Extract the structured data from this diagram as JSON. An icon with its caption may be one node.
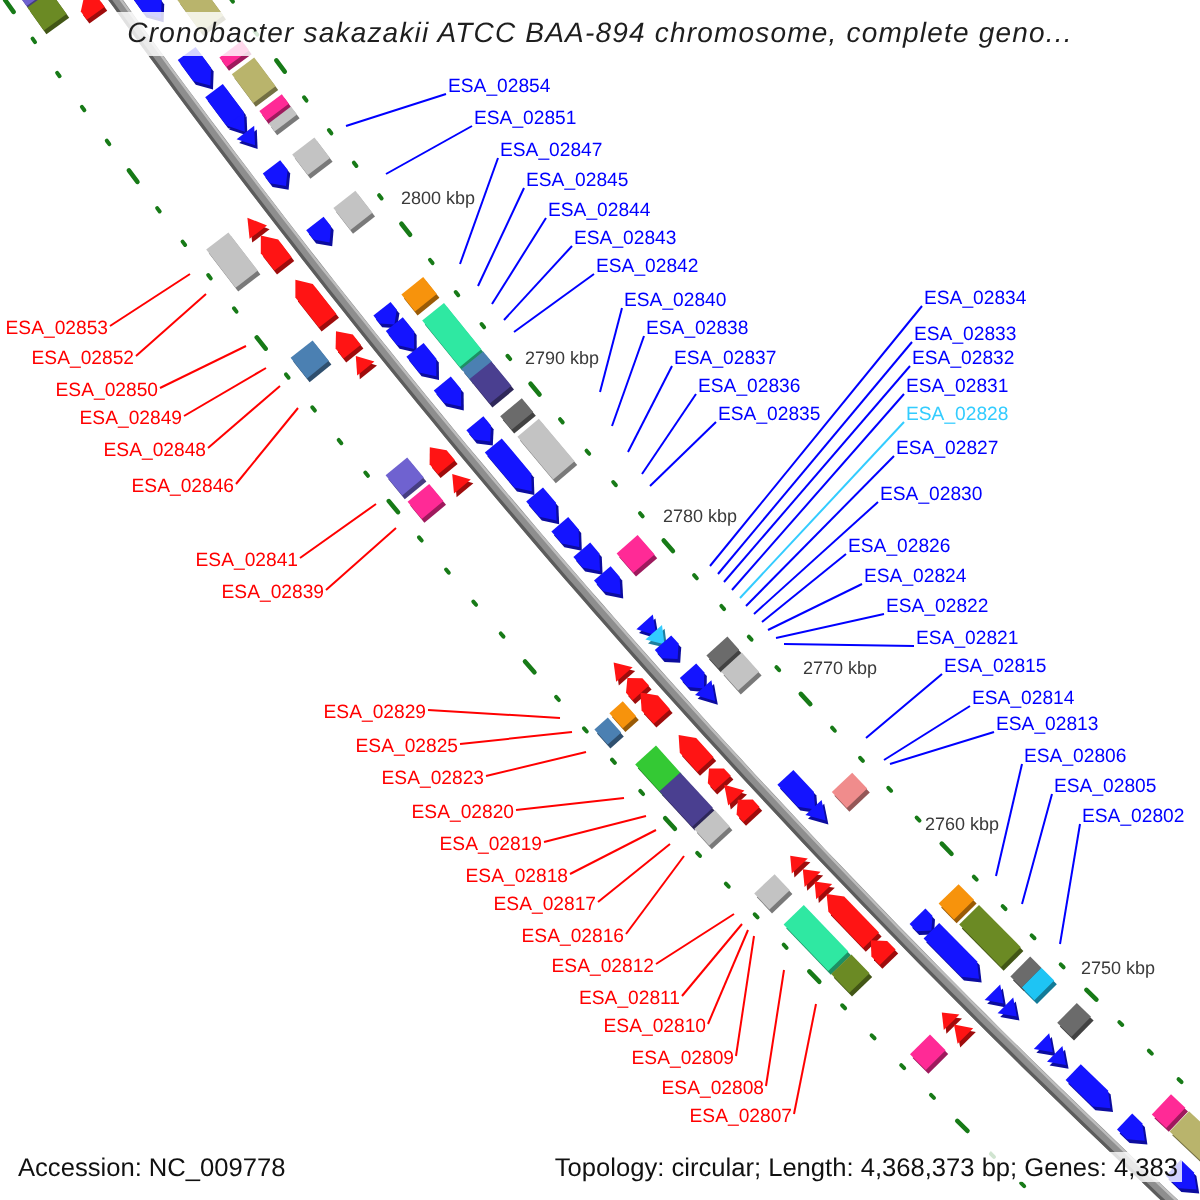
{
  "diagram": {
    "title": "Cronobacter sakazakii ATCC BAA-894 chromosome, complete geno...",
    "nodes": [
      {
        "text": [
          "ESA_02854"
        ]
      },
      {
        "text": [
          "ESA_02851"
        ]
      },
      {
        "text": [
          "ESA_02847"
        ]
      },
      {
        "text": [
          "ESA_02845"
        ]
      },
      {
        "text": [
          "ESA_02844"
        ]
      },
      {
        "text": [
          "ESA_02843"
        ]
      },
      {
        "text": [
          "ESA_02842"
        ]
      },
      {
        "text": [
          "ESA_02840"
        ]
      },
      {
        "text": [
          "ESA_02834"
        ]
      },
      {
        "text": [
          "ESA_02853"
        ]
      },
      {
        "text": [
          "ESA_02838"
        ]
      },
      {
        "text": [
          "ESA_02833"
        ]
      },
      {
        "text": [
          "ESA_02852"
        ]
      },
      {
        "text": [
          "ESA_02837"
        ]
      },
      {
        "text": [
          "ESA_02832"
        ]
      },
      {
        "text": [
          "ESA_02850"
        ]
      },
      {
        "text": [
          "ESA_02836"
        ]
      },
      {
        "text": [
          "ESA_02831"
        ]
      },
      {
        "text": [
          "ESA_02849"
        ]
      },
      {
        "text": [
          "ESA_02835"
        ]
      },
      {
        "text": [
          "ESA_02828"
        ]
      },
      {
        "text": [
          "ESA_02848"
        ]
      },
      {
        "text": [
          "ESA_02827"
        ]
      },
      {
        "text": [
          "ESA_02846"
        ]
      },
      {
        "text": [
          "ESA_02830"
        ]
      },
      {
        "text": [
          "ESA_02826"
        ]
      },
      {
        "text": [
          "ESA_02841"
        ]
      },
      {
        "text": [
          "ESA_02824"
        ]
      },
      {
        "text": [
          "ESA_02839"
        ]
      },
      {
        "text": [
          "ESA_02822"
        ]
      },
      {
        "text": [
          "ESA_02821"
        ]
      },
      {
        "text": [
          "ESA_02815"
        ]
      },
      {
        "text": [
          "ESA_02814"
        ]
      },
      {
        "text": [
          "ESA_02829"
        ]
      },
      {
        "text": [
          "ESA_02813"
        ]
      },
      {
        "text": [
          "ESA_02825"
        ]
      },
      {
        "text": [
          "ESA_02806"
        ]
      },
      {
        "text": [
          "ESA_02823"
        ]
      },
      {
        "text": [
          "ESA_02805"
        ]
      },
      {
        "text": [
          "ESA_02820"
        ]
      },
      {
        "text": [
          "ESA_02802"
        ]
      },
      {
        "text": [
          "ESA_02819"
        ]
      },
      {
        "text": [
          "ESA_02818"
        ]
      },
      {
        "text": [
          "ESA_02817"
        ]
      },
      {
        "text": [
          "ESA_02816"
        ]
      },
      {
        "text": [
          "ESA_02812"
        ]
      },
      {
        "text": [
          "ESA_02811"
        ]
      },
      {
        "text": [
          "ESA_02810"
        ]
      },
      {
        "text": [
          "ESA_02809"
        ]
      },
      {
        "text": [
          "ESA_02808"
        ]
      },
      {
        "text": [
          "ESA_02807"
        ]
      }
    ],
    "edges": [
      {
        "from": 0,
        "to": null,
        "arrow": "none"
      },
      {
        "from": 1,
        "to": null,
        "arrow": "none"
      },
      {
        "from": 2,
        "to": null,
        "arrow": "none"
      },
      {
        "from": 3,
        "to": null,
        "arrow": "none"
      },
      {
        "from": 4,
        "to": null,
        "arrow": "none"
      },
      {
        "from": 5,
        "to": null,
        "arrow": "none"
      },
      {
        "from": 6,
        "to": null,
        "arrow": "none"
      },
      {
        "from": 7,
        "to": null,
        "arrow": "none"
      },
      {
        "from": 8,
        "to": null,
        "arrow": "none"
      },
      {
        "from": 9,
        "to": null,
        "arrow": "none",
        "color": "#ff0000"
      },
      {
        "from": 10,
        "to": null,
        "arrow": "none"
      },
      {
        "from": 11,
        "to": null,
        "arrow": "none"
      },
      {
        "from": 12,
        "to": null,
        "arrow": "none",
        "color": "#ff0000"
      },
      {
        "from": 13,
        "to": null,
        "arrow": "none"
      },
      {
        "from": 14,
        "to": null,
        "arrow": "none"
      },
      {
        "from": 15,
        "to": null,
        "arrow": "none",
        "color": "#ff0000"
      },
      {
        "from": 16,
        "to": null,
        "arrow": "none"
      },
      {
        "from": 17,
        "to": null,
        "arrow": "none"
      },
      {
        "from": 18,
        "to": null,
        "arrow": "none",
        "color": "#ff0000"
      },
      {
        "from": 19,
        "to": null,
        "arrow": "none"
      },
      {
        "from": 20,
        "to": null,
        "arrow": "none",
        "color": "#33ccff"
      },
      {
        "from": 21,
        "to": null,
        "arrow": "none",
        "color": "#ff0000"
      },
      {
        "from": 22,
        "to": null,
        "arrow": "none"
      },
      {
        "from": 23,
        "to": null,
        "arrow": "none",
        "color": "#ff0000"
      },
      {
        "from": 24,
        "to": null,
        "arrow": "none"
      },
      {
        "from": 25,
        "to": null,
        "arrow": "none"
      },
      {
        "from": 26,
        "to": null,
        "arrow": "none",
        "color": "#ff0000"
      },
      {
        "from": 27,
        "to": null,
        "arrow": "none"
      },
      {
        "from": 28,
        "to": null,
        "arrow": "none",
        "color": "#ff0000"
      },
      {
        "from": 29,
        "to": null,
        "arrow": "none"
      },
      {
        "from": 30,
        "to": null,
        "arrow": "none"
      },
      {
        "from": 31,
        "to": null,
        "arrow": "none"
      },
      {
        "from": 32,
        "to": null,
        "arrow": "none"
      },
      {
        "from": 33,
        "to": null,
        "arrow": "none",
        "color": "#ff0000"
      },
      {
        "from": 34,
        "to": null,
        "arrow": "none"
      },
      {
        "from": 35,
        "to": null,
        "arrow": "none",
        "color": "#ff0000"
      },
      {
        "from": 36,
        "to": null,
        "arrow": "none"
      },
      {
        "from": 37,
        "to": null,
        "arrow": "none",
        "color": "#ff0000"
      },
      {
        "from": 38,
        "to": null,
        "arrow": "none"
      },
      {
        "from": 39,
        "to": null,
        "arrow": "none",
        "color": "#ff0000"
      },
      {
        "from": 40,
        "to": null,
        "arrow": "none"
      },
      {
        "from": 41,
        "to": null,
        "arrow": "none",
        "color": "#ff0000"
      },
      {
        "from": 42,
        "to": null,
        "arrow": "none",
        "color": "#ff0000"
      },
      {
        "from": 43,
        "to": null,
        "arrow": "none",
        "color": "#ff0000"
      },
      {
        "from": 44,
        "to": null,
        "arrow": "none",
        "color": "#ff0000"
      },
      {
        "from": 45,
        "to": null,
        "arrow": "none",
        "color": "#ff0000"
      },
      {
        "from": 46,
        "to": null,
        "arrow": "none",
        "color": "#ff0000"
      },
      {
        "from": 47,
        "to": null,
        "arrow": "none",
        "color": "#ff0000"
      },
      {
        "from": 48,
        "to": null,
        "arrow": "none",
        "color": "#ff0000"
      },
      {
        "from": 49,
        "to": null,
        "arrow": "none",
        "color": "#ff0000"
      },
      {
        "from": 50,
        "to": null,
        "arrow": "none",
        "color": "#ff0000"
      }
    ],
    "labels": [
      "2800 kbp",
      "2790 kbp",
      "2780 kbp",
      "2770 kbp",
      "2760 kbp",
      "2750 kbp",
      "Accession: NC_009778",
      "Topology: circular; Length: 4,368,373 bp; Genes: 4,383"
    ]
  }
}
